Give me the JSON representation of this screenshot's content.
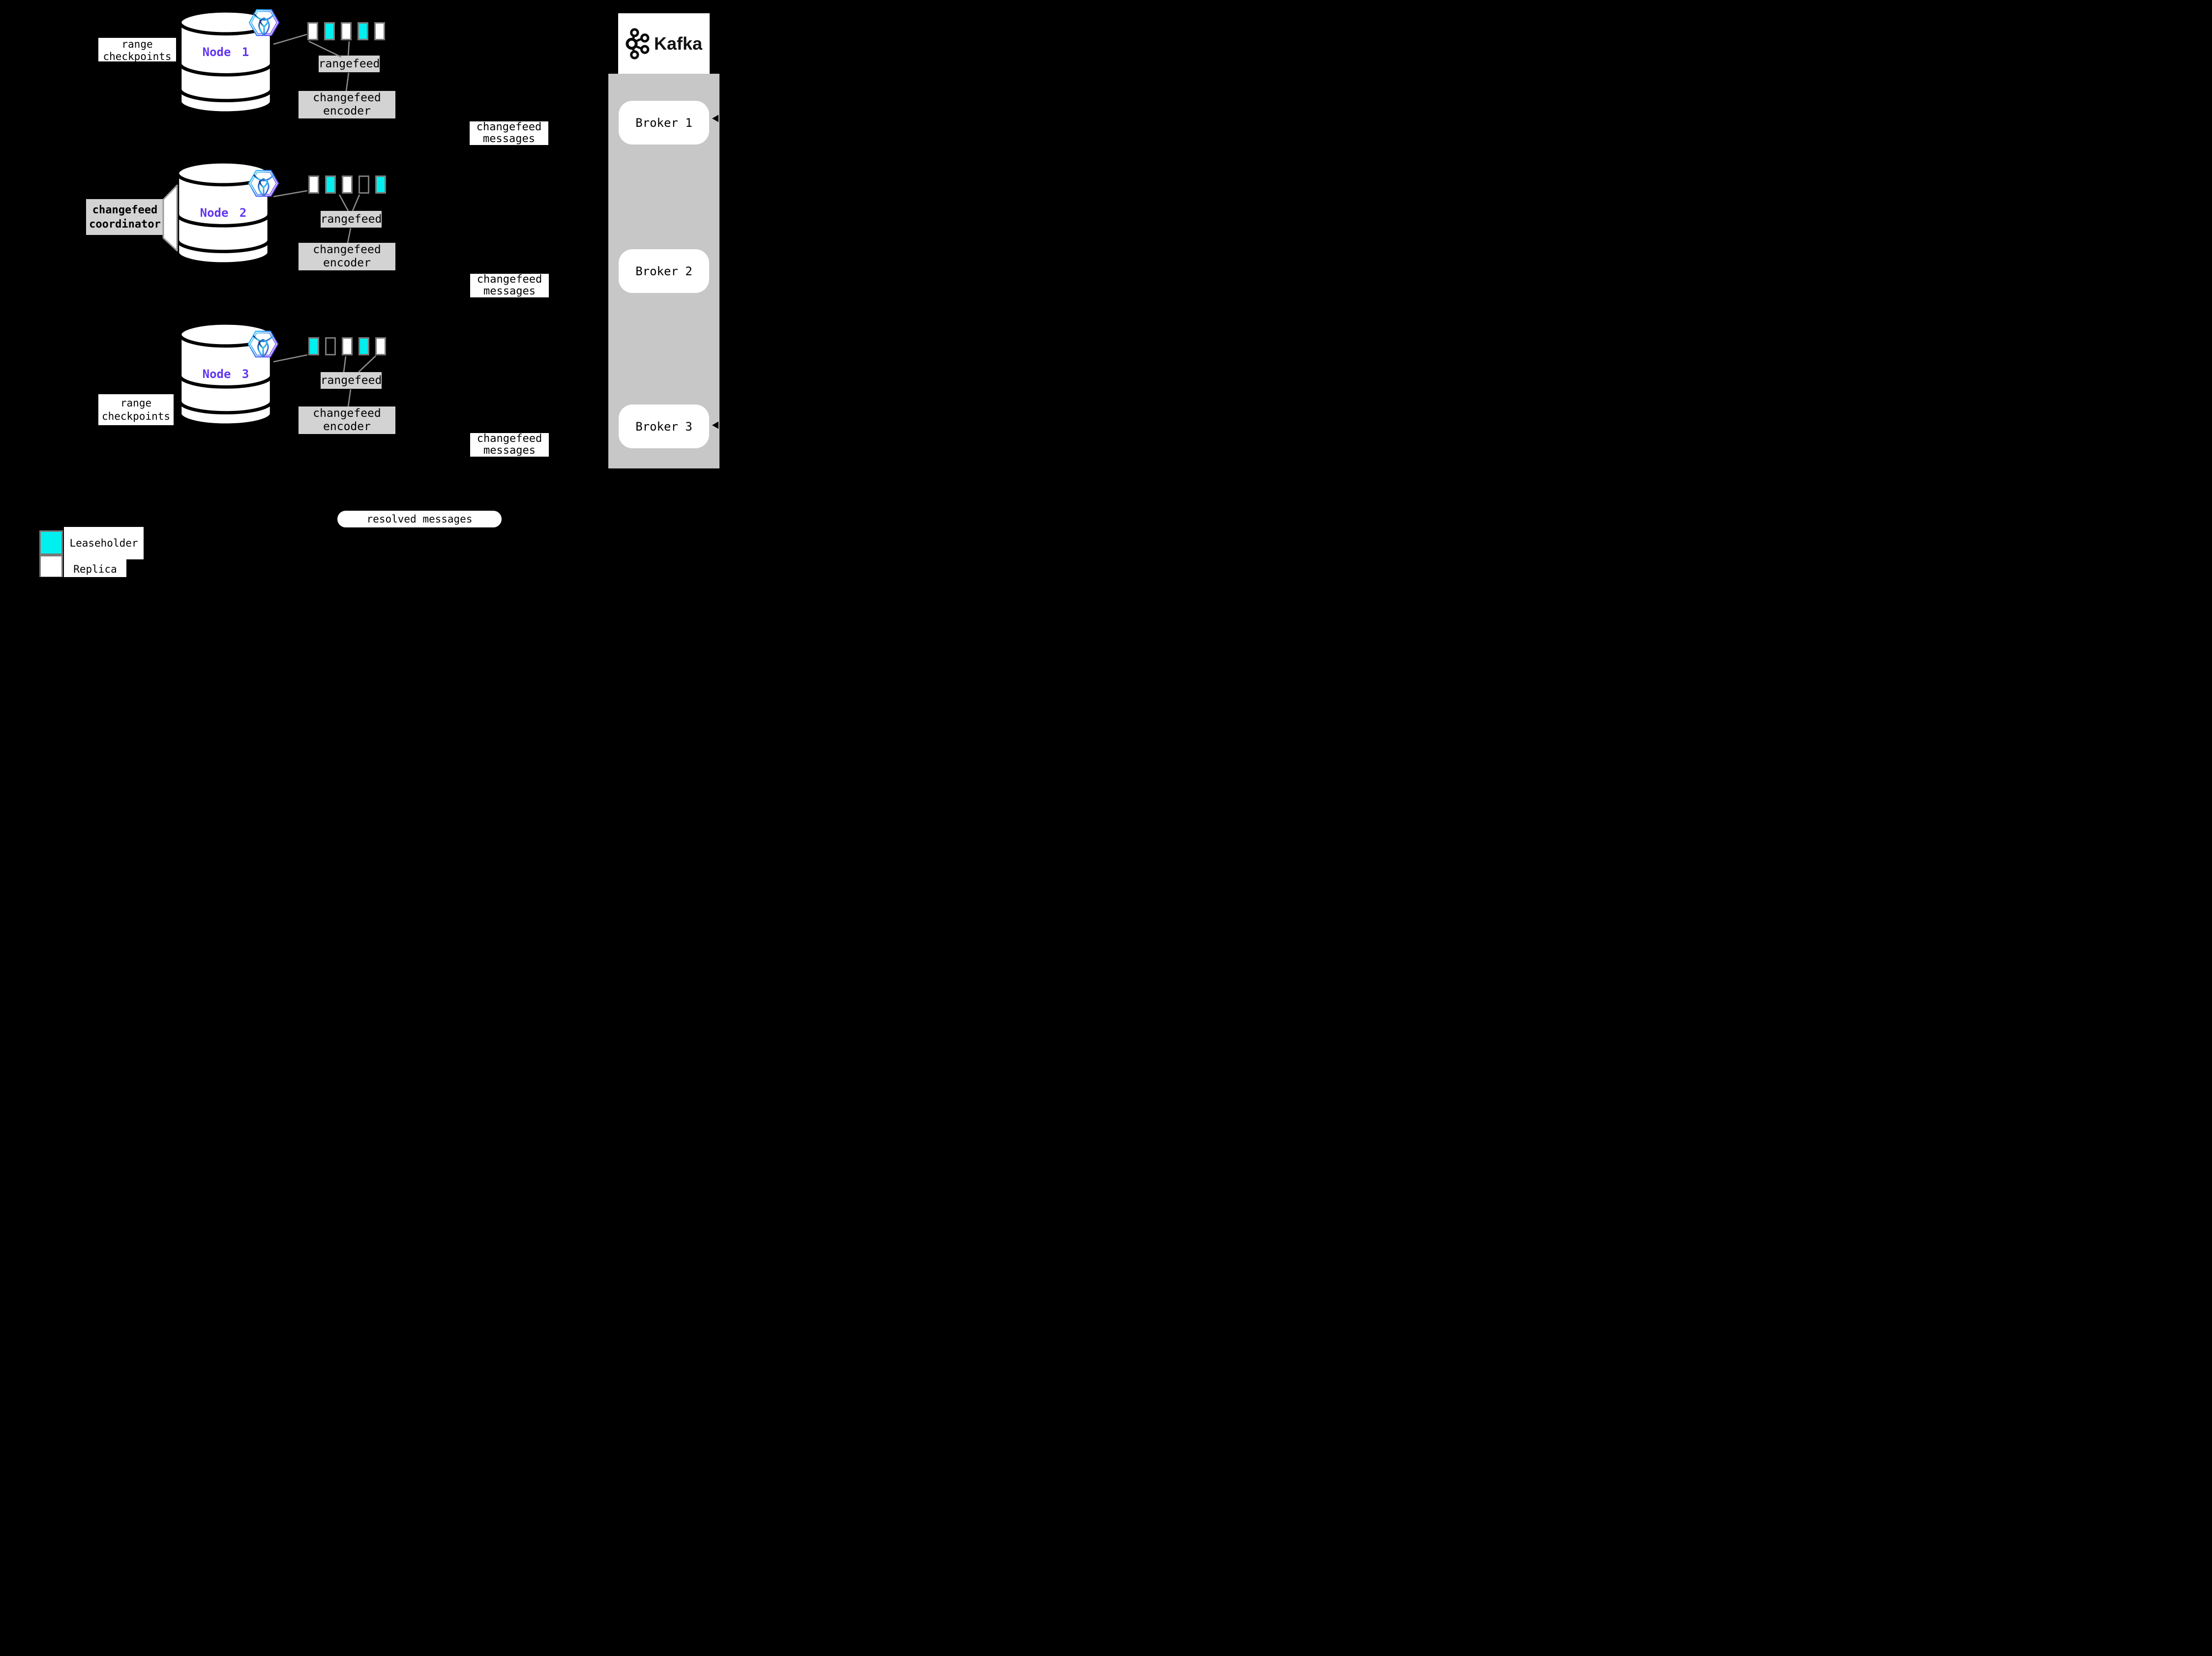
{
  "colors": {
    "background": "#000000",
    "leaseholder": "#00efef",
    "replica": "#ffffff",
    "label_box_gray": "#d3d3d3",
    "kafka_panel_gray": "#c7c7c7",
    "square_border_gray": "#787878",
    "connector_gray": "#8c8c8c",
    "node_label_purple": "#6236f0"
  },
  "range_checkpoints_top": {
    "line1": "range",
    "line2": "checkpoints"
  },
  "range_checkpoints_bottom": {
    "line1": "range",
    "line2": "checkpoints"
  },
  "coordinator": {
    "line1": "changefeed",
    "line2": "coordinator"
  },
  "rows": [
    {
      "node": "Node 1",
      "ranges": [
        "replica",
        "leaseholder",
        "replica",
        "leaseholder",
        "replica"
      ],
      "rangefeed": "rangefeed",
      "encoder_line1": "changefeed",
      "encoder_line2": "encoder",
      "messages_line1": "changefeed",
      "messages_line2": "messages"
    },
    {
      "node": "Node 2",
      "ranges": [
        "replica",
        "leaseholder",
        "replica",
        "empty",
        "leaseholder"
      ],
      "rangefeed": "rangefeed",
      "encoder_line1": "changefeed",
      "encoder_line2": "encoder",
      "messages_line1": "changefeed",
      "messages_line2": "messages"
    },
    {
      "node": "Node 3",
      "ranges": [
        "leaseholder",
        "empty",
        "replica",
        "leaseholder",
        "replica"
      ],
      "rangefeed": "rangefeed",
      "encoder_line1": "changefeed",
      "encoder_line2": "encoder",
      "messages_line1": "changefeed",
      "messages_line2": "messages"
    }
  ],
  "kafka": {
    "logo_text": "Kafka",
    "brokers": [
      {
        "label": "Broker 1"
      },
      {
        "label": "Broker 2"
      },
      {
        "label": "Broker 3"
      }
    ]
  },
  "resolved_messages": {
    "label": "resolved messages"
  },
  "legend": {
    "leaseholder_label": "Leaseholder",
    "replica_label": "Replica"
  }
}
